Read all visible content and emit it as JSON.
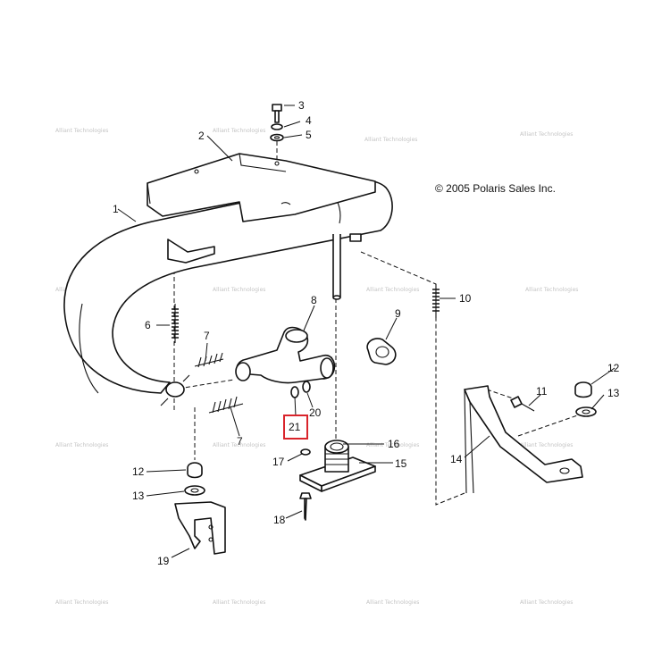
{
  "copyright": "© 2005 Polaris Sales Inc.",
  "watermark": "Alliant Technologies",
  "highlight_color": "#d9242b",
  "callouts": {
    "c1": "1",
    "c2": "2",
    "c3": "3",
    "c4": "4",
    "c5": "5",
    "c6": "6",
    "c7a": "7",
    "c7b": "7",
    "c8": "8",
    "c9": "9",
    "c10": "10",
    "c11": "11",
    "c12a": "12",
    "c12b": "12",
    "c13a": "13",
    "c13b": "13",
    "c14": "14",
    "c15": "15",
    "c16": "16",
    "c17": "17",
    "c18": "18",
    "c19": "19",
    "c20": "20",
    "c21": "21"
  }
}
